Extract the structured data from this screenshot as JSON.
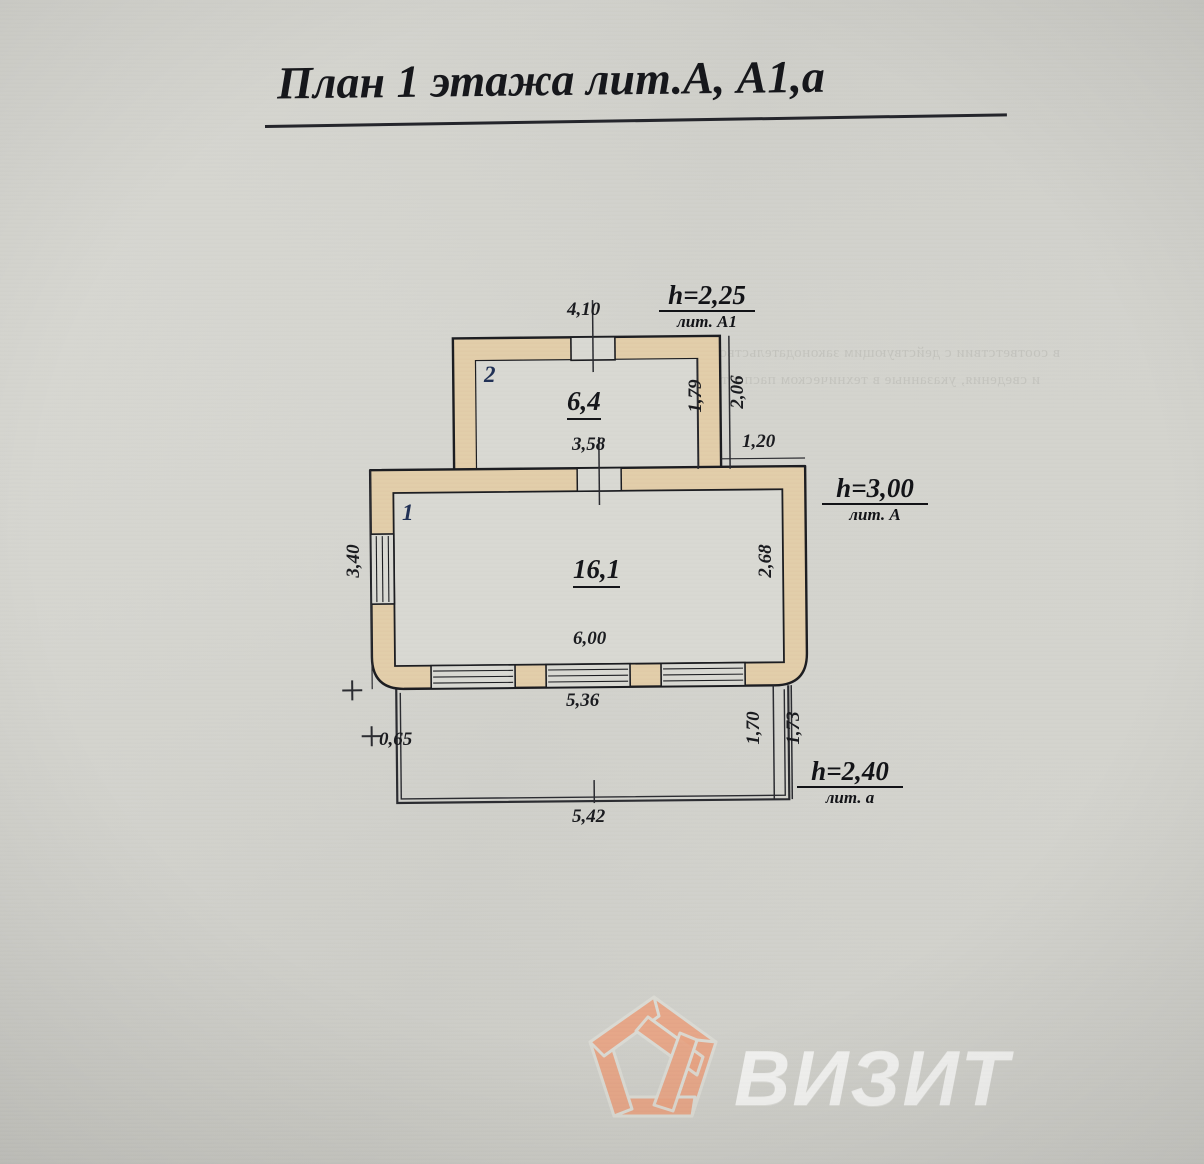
{
  "document": {
    "title": "План 1 этажа лит.А, А1,а"
  },
  "watermark": {
    "text": "ВИЗИТ",
    "logo_icon": "pentagon-weave-logo-icon",
    "logo_color": "#e8a383",
    "text_color": "#ffffff"
  },
  "plan": {
    "colors": {
      "wall_fill": "#e2cda9",
      "wall_stroke": "#1b1c20",
      "room_fill": "#d9d9d3",
      "room_number": "#203055",
      "dimension_text": "#191a1e",
      "paper": "#d5d5cf"
    },
    "rooms": [
      {
        "number": "1",
        "area": "16,1",
        "letter": "А"
      },
      {
        "number": "2",
        "area": "6,4",
        "letter": "А1"
      }
    ],
    "height_labels": [
      {
        "value": "h=2,25",
        "letter": "лит. А1"
      },
      {
        "value": "h=3,00",
        "letter": "лит. А"
      },
      {
        "value": "h=2,40",
        "letter": "лит. а"
      }
    ],
    "dimensions": {
      "room2_top": "4,10",
      "room2_bottom": "3,58",
      "room2_right_inner": "1,79",
      "room2_right_outer": "2,06",
      "annex_offset": "1,20",
      "room1_left": "3,40",
      "room1_bottom_inner": "6,00",
      "room1_bottom_outer": "5,36",
      "room1_right": "2,68",
      "terrace_offset": "0,65",
      "terrace_right_inner": "1,70",
      "terrace_right_outer": "1,73",
      "terrace_bottom": "5,42"
    }
  }
}
